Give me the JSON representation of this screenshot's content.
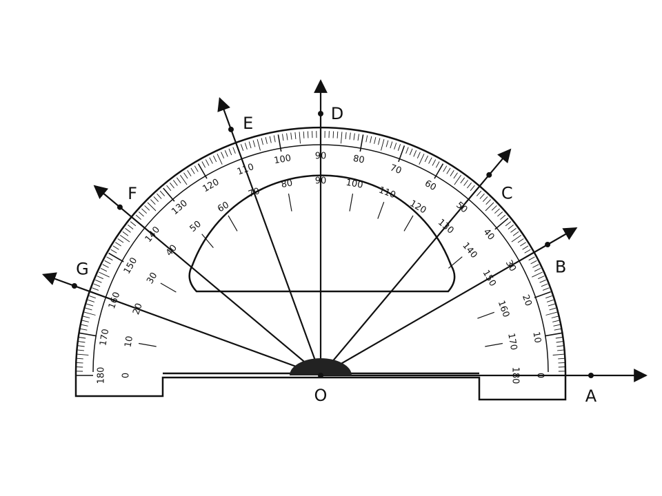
{
  "diagram": {
    "type": "protractor",
    "center_label": "O",
    "rays": [
      {
        "label": "A",
        "angle": 0
      },
      {
        "label": "B",
        "angle": 30
      },
      {
        "label": "C",
        "angle": 50
      },
      {
        "label": "D",
        "angle": 90
      },
      {
        "label": "E",
        "angle": 110
      },
      {
        "label": "F",
        "angle": 140
      },
      {
        "label": "G",
        "angle": 160
      }
    ],
    "scale": {
      "min": 0,
      "max": 180,
      "major_step": 10,
      "outer_numbers": [
        "0",
        "10",
        "20",
        "30",
        "40",
        "50",
        "60",
        "70",
        "80",
        "90",
        "100",
        "110",
        "120",
        "130",
        "140",
        "150",
        "160",
        "170",
        "180"
      ],
      "inner_numbers": [
        "180",
        "170",
        "160",
        "150",
        "140",
        "130",
        "120",
        "110",
        "100",
        "90",
        "80",
        "70",
        "60",
        "50",
        "40",
        "30",
        "20",
        "10",
        "0"
      ]
    },
    "colors": {
      "ink": "#111111",
      "paper": "#ffffff"
    }
  }
}
